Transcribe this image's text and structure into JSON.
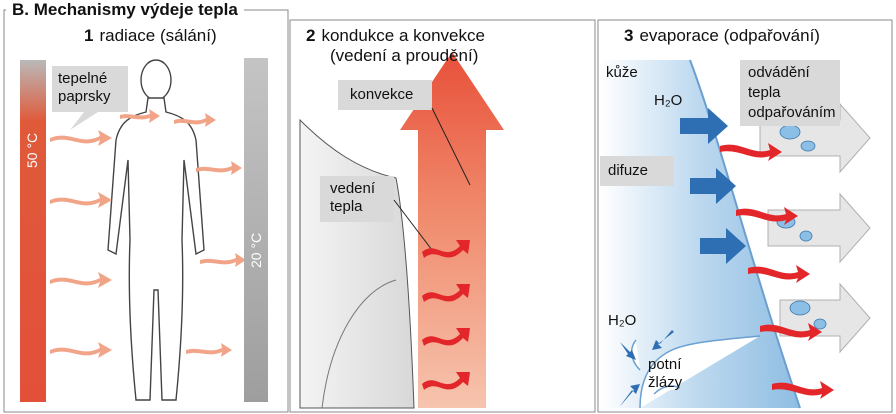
{
  "section_title": "B. Mechanismy výdeje tepla",
  "panels": [
    {
      "number": "1",
      "title": "radiace (sálání)"
    },
    {
      "number": "2",
      "title": "kondukce a konvekce",
      "title2": "(vedení a proudění)"
    },
    {
      "number": "3",
      "title": "evaporace (odpařování)"
    }
  ],
  "labels": {
    "rays": [
      "tepelné",
      "paprsky"
    ],
    "temp_hot": "50 °C",
    "temp_cool": "20 °C",
    "convection": "konvekce",
    "conduction": [
      "vedení",
      "tepla"
    ],
    "skin": "kůže",
    "water_top": "H₂O",
    "evap": [
      "odvádění",
      "tepla",
      "odpařováním"
    ],
    "diffusion": "difuze",
    "water_bottom": "H₂O",
    "sweat": [
      "potní",
      "žlázy"
    ]
  },
  "colors": {
    "heat_red": "#e8442e",
    "heat_pale": "#f7b59a",
    "wall_gray": "#a9a9a9",
    "water_blue": "#3f88c8",
    "skin_blue": "#cfe3f3",
    "label_gray": "#d9d9d9"
  }
}
